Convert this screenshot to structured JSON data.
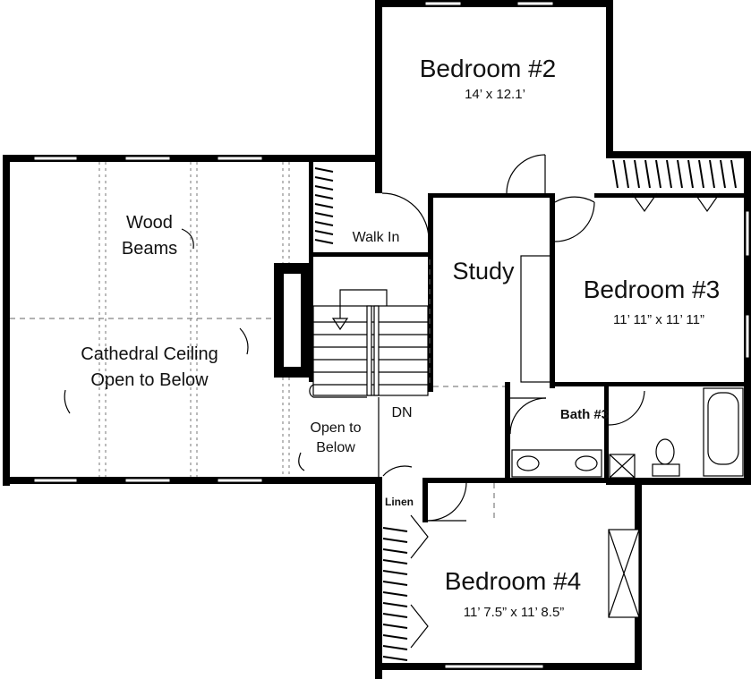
{
  "floor_plan": {
    "bedroom2": {
      "name": "Bedroom #2",
      "size": "14’ x 12.1’"
    },
    "bedroom3": {
      "name": "Bedroom #3",
      "size": "11’ 11” x 11’ 11”"
    },
    "bedroom4": {
      "name": "Bedroom #4",
      "size": "11’ 7.5” x 11’ 8.5”"
    },
    "study": {
      "name": "Study"
    },
    "bath3": {
      "name": "Bath #3"
    },
    "walk_in": {
      "name": "Walk In"
    },
    "linen": {
      "name": "Linen"
    },
    "stairs": {
      "label": "DN"
    },
    "wood_beams": {
      "line1": "Wood",
      "line2": "Beams"
    },
    "cathedral": {
      "line1": "Cathedral Ceiling",
      "line2": "Open to Below"
    },
    "open_to_below": {
      "line1": "Open to",
      "line2": "Below"
    }
  }
}
